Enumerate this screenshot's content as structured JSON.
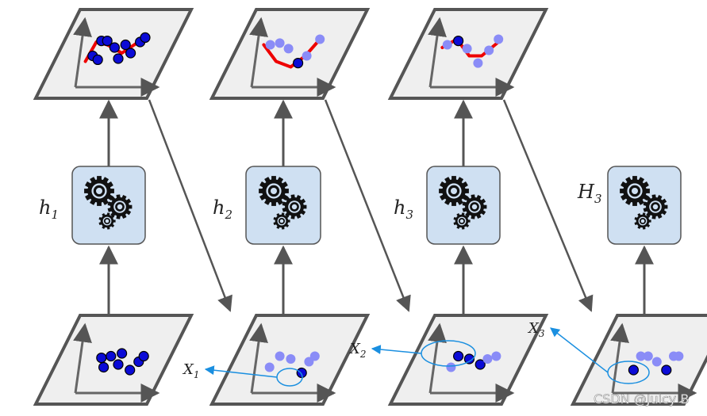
{
  "stages": [
    {
      "model_label": "h",
      "model_sub": "1",
      "top_points": [
        [
          0.15,
          0.55,
          "dark"
        ],
        [
          0.27,
          0.28,
          "dark"
        ],
        [
          0.35,
          0.28,
          "dark"
        ],
        [
          0.45,
          0.4,
          "dark"
        ],
        [
          0.6,
          0.35,
          "dark"
        ],
        [
          0.67,
          0.5,
          "dark"
        ],
        [
          0.8,
          0.3,
          "dark"
        ],
        [
          0.87,
          0.22,
          "dark"
        ],
        [
          0.5,
          0.6,
          "dark"
        ],
        [
          0.22,
          0.62,
          "dark"
        ]
      ],
      "top_curve": [
        [
          0.05,
          0.65
        ],
        [
          0.2,
          0.3
        ],
        [
          0.35,
          0.35
        ],
        [
          0.55,
          0.5
        ],
        [
          0.72,
          0.35
        ],
        [
          0.9,
          0.2
        ]
      ],
      "bottom_points": [
        [
          0.27,
          0.48,
          "dark"
        ],
        [
          0.4,
          0.45,
          "dark"
        ],
        [
          0.5,
          0.6,
          "dark"
        ],
        [
          0.3,
          0.65,
          "dark"
        ],
        [
          0.55,
          0.4,
          "dark"
        ],
        [
          0.66,
          0.7,
          "dark"
        ],
        [
          0.78,
          0.55,
          "dark"
        ],
        [
          0.85,
          0.45,
          "dark"
        ]
      ],
      "weak_label": "",
      "weak_sub": ""
    },
    {
      "model_label": "h",
      "model_sub": "2",
      "top_points": [
        [
          0.17,
          0.35,
          "light"
        ],
        [
          0.3,
          0.32,
          "light"
        ],
        [
          0.42,
          0.42,
          "light"
        ],
        [
          0.55,
          0.68,
          "dark"
        ],
        [
          0.67,
          0.55,
          "light"
        ],
        [
          0.85,
          0.25,
          "light"
        ]
      ],
      "top_curve": [
        [
          0.08,
          0.35
        ],
        [
          0.25,
          0.65
        ],
        [
          0.45,
          0.75
        ],
        [
          0.65,
          0.55
        ],
        [
          0.85,
          0.25
        ]
      ],
      "bottom_points": [
        [
          0.3,
          0.45,
          "light"
        ],
        [
          0.45,
          0.5,
          "light"
        ],
        [
          0.6,
          0.75,
          "dark"
        ],
        [
          0.7,
          0.55,
          "light"
        ],
        [
          0.78,
          0.45,
          "light"
        ],
        [
          0.16,
          0.65,
          "light"
        ]
      ],
      "weak_label": "X",
      "weak_sub": "1"
    },
    {
      "model_label": "h",
      "model_sub": "3",
      "top_points": [
        [
          0.15,
          0.35,
          "light"
        ],
        [
          0.3,
          0.28,
          "dark"
        ],
        [
          0.42,
          0.42,
          "light"
        ],
        [
          0.57,
          0.68,
          "light"
        ],
        [
          0.72,
          0.45,
          "light"
        ],
        [
          0.85,
          0.25,
          "light"
        ]
      ],
      "top_curve": [
        [
          0.08,
          0.4
        ],
        [
          0.28,
          0.25
        ],
        [
          0.45,
          0.55
        ],
        [
          0.62,
          0.55
        ],
        [
          0.85,
          0.3
        ]
      ],
      "bottom_points": [
        [
          0.3,
          0.45,
          "dark"
        ],
        [
          0.45,
          0.5,
          "dark"
        ],
        [
          0.6,
          0.6,
          "dark"
        ],
        [
          0.7,
          0.5,
          "light"
        ],
        [
          0.82,
          0.45,
          "light"
        ],
        [
          0.2,
          0.65,
          "light"
        ]
      ],
      "weak_label": "X",
      "weak_sub": "2"
    },
    {
      "model_label": "H",
      "model_sub": "3",
      "top_points": [],
      "top_curve": [],
      "bottom_points": [
        [
          0.2,
          0.7,
          "dark"
        ],
        [
          0.3,
          0.45,
          "light"
        ],
        [
          0.4,
          0.45,
          "light"
        ],
        [
          0.52,
          0.55,
          "light"
        ],
        [
          0.65,
          0.7,
          "dark"
        ],
        [
          0.75,
          0.45,
          "light"
        ],
        [
          0.82,
          0.45,
          "light"
        ]
      ],
      "weak_label": "X",
      "weak_sub": "3"
    }
  ],
  "watermark": "CSDN @Juicy B",
  "colors": {
    "panel_fill": "#efefef",
    "panel_stroke": "#555555",
    "box_fill": "#cfe0f2",
    "box_stroke": "#555555",
    "point_dark": "#0b0bd6",
    "point_light": "#8a8cf7",
    "curve": "#ee0000",
    "ellipse": "#1a8fe0"
  }
}
